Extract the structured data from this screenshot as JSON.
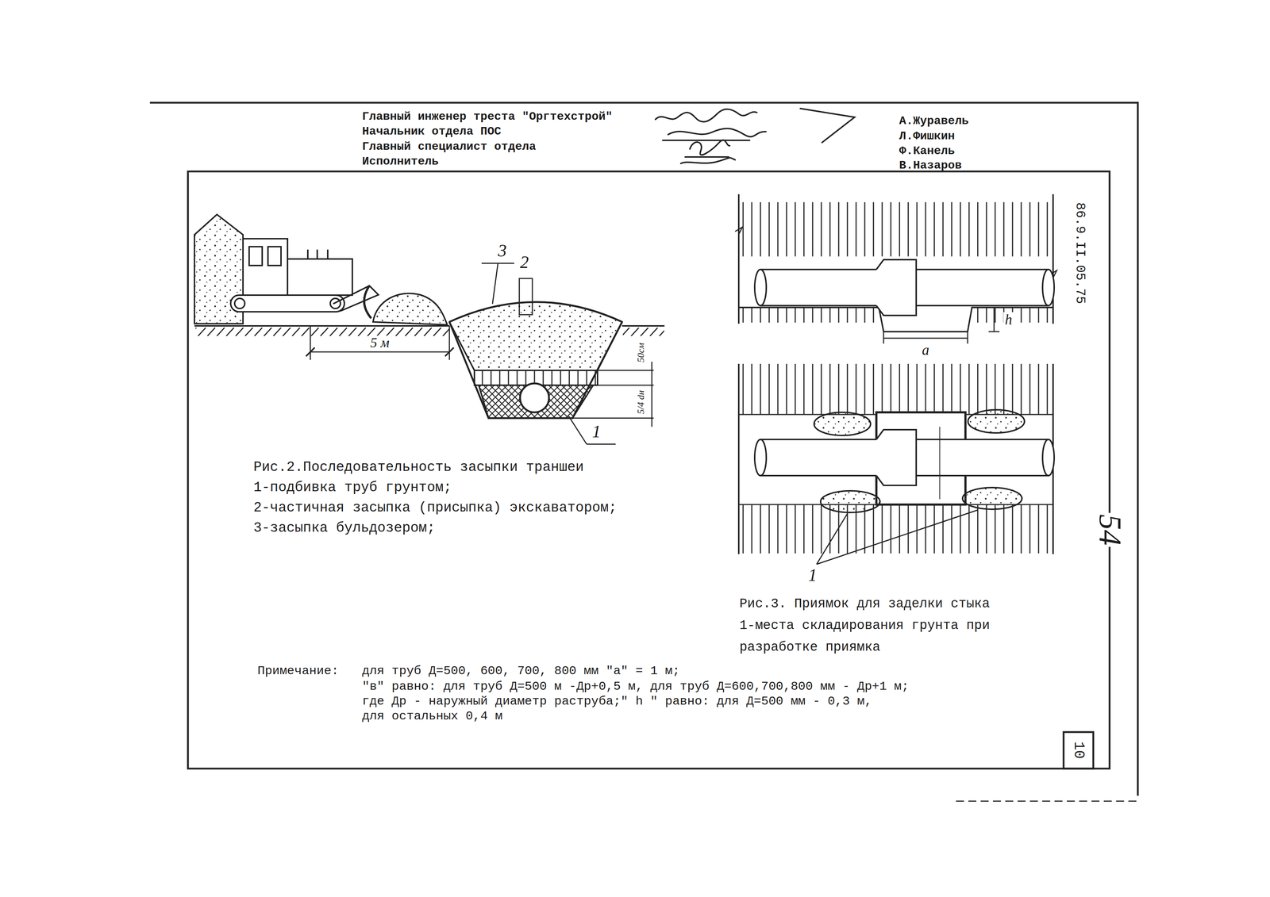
{
  "diagram": {
    "labels": [
      "Главный инженер треста \"Оргтехстрой\"",
      "Начальник отдела ПОС",
      "Главный специалист отдела",
      "Исполнитель",
      "А.Журавель",
      "Л.Фишкин",
      "Ф.Канель",
      "В.Назаров",
      "86.9.II.05.75",
      "54",
      "10",
      "3",
      "2",
      "5 м",
      "50см",
      "5/4 dн",
      "1",
      "Рис.2.Последовательность засыпки траншеи",
      "1-подбивка труб грунтом;",
      "2-частичная засыпка (присыпка) экскаватором;",
      "3-засыпка бульдозером;",
      "а",
      "h",
      "1",
      "Рис.3. Приямок для заделки стыка",
      "1-места складирования грунта при",
      "разработке приямка",
      "Примечание:",
      "для труб Д=500, 600, 700, 800 мм \"а\" = 1 м;",
      "\"в\" равно: для труб Д=500 м -Др+0,5 м, для труб Д=600,700,800 мм - Др+1 м;",
      "где Др - наружный диаметр раструба;\" h \" равно: для Д=500 мм - 0,3 м,",
      "для остальных   0,4 м"
    ]
  }
}
